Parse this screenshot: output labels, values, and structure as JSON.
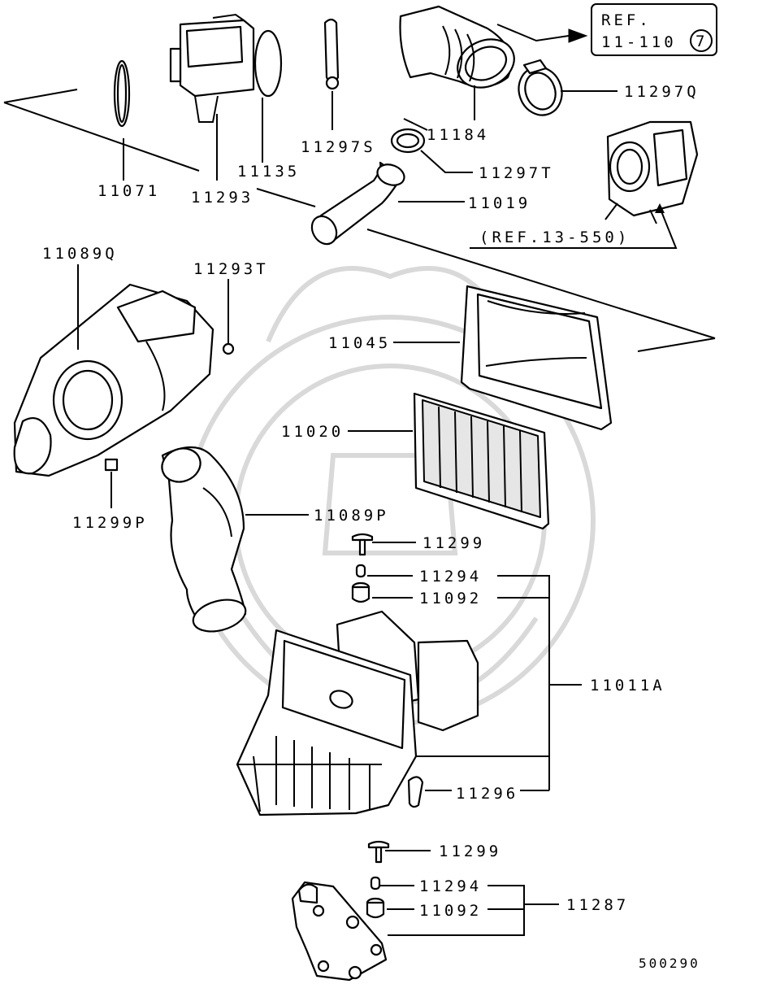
{
  "labels": {
    "p11071": "11071",
    "p11135": "11135",
    "p11293": "11293",
    "p11297S": "11297S",
    "p11184": "11184",
    "p11297T": "11297T",
    "p11297Q": "11297Q",
    "p11019": "11019",
    "ref13": "(REF.13-550)",
    "p11089Q": "11089Q",
    "p11293T": "11293T",
    "p11045": "11045",
    "p11020": "11020",
    "p11299P": "11299P",
    "p11089P": "11089P",
    "p11299a": "11299",
    "p11294a": "11294",
    "p11092a": "11092",
    "p11011A": "11011A",
    "p11296": "11296",
    "p11299b": "11299",
    "p11294b": "11294",
    "p11092b": "11092",
    "p11287": "11287",
    "code": "500290"
  },
  "ref_box": {
    "line1": "REF.",
    "line2": "11-110",
    "circle": "7"
  }
}
